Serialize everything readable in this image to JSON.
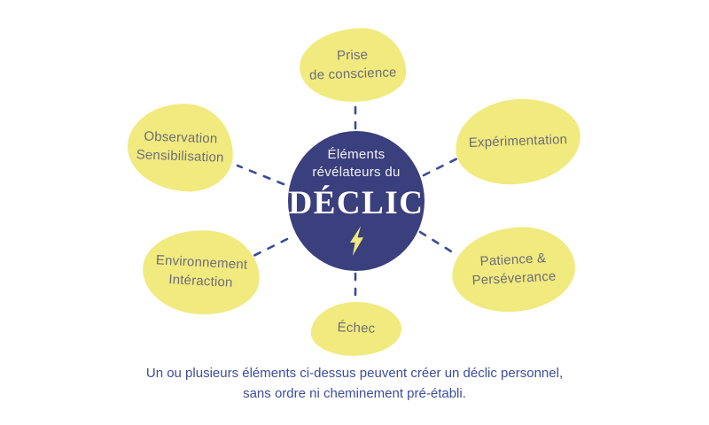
{
  "title": "Éléments révélateurs du DÉCLIC",
  "center": {
    "subtitle_line1": "Éléments",
    "subtitle_line2": "révélateurs du",
    "title": "DÉCLIC",
    "icon": "lightning-bolt-icon"
  },
  "nodes": [
    {
      "id": "prise-de-conscience",
      "label": "Prise\nde conscience",
      "position": "top"
    },
    {
      "id": "observation-sensibilisation",
      "label": "Observation\nSensibilisation",
      "position": "top-left"
    },
    {
      "id": "experimentation",
      "label": "Expérimentation",
      "position": "top-right"
    },
    {
      "id": "environnement-interaction",
      "label": "Environnement\nIntéraction",
      "position": "bottom-left"
    },
    {
      "id": "patience-perseverance",
      "label": "Patience &\nPerséverance",
      "position": "bottom-right"
    },
    {
      "id": "echec",
      "label": "Échec",
      "position": "bottom"
    }
  ],
  "footer": {
    "line1": "Un ou plusieurs éléments ci-dessus peuvent créer un déclic personnel,",
    "line2": "sans ordre ni cheminement pré-établi."
  },
  "colors": {
    "background": "#FFFFFF",
    "blob_fill": "#F1EA7F",
    "blob_text": "#6E6C78",
    "circle_fill": "#3A3F7D",
    "circle_text": "#FFFFFF",
    "dash_line": "#3A4A9E",
    "bolt": "#F0E97E",
    "footer_text": "#3D4C9E"
  }
}
